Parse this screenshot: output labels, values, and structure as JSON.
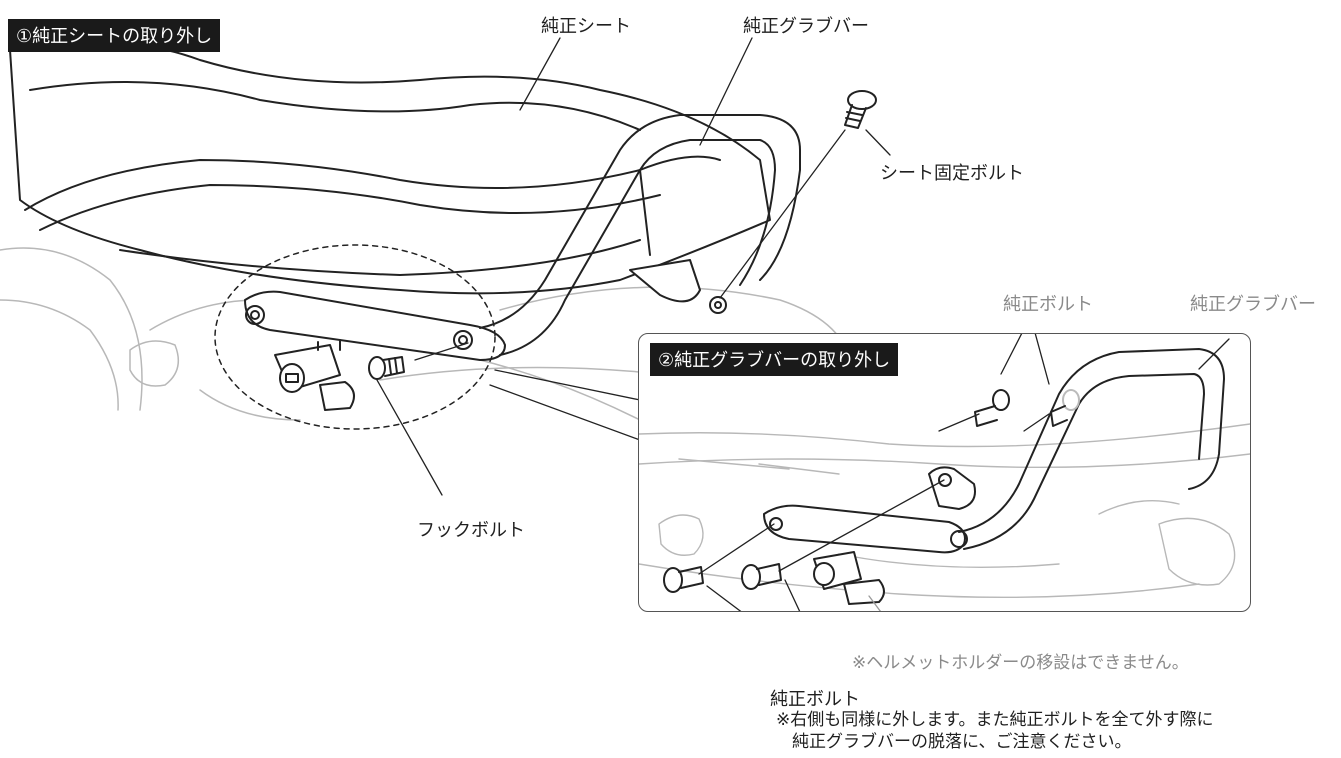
{
  "step1": {
    "title": "①純正シートの取り外し"
  },
  "step2": {
    "title": "②純正グラブバーの取り外し"
  },
  "labels": {
    "genuine_seat": "純正シート",
    "genuine_grab_bar": "純正グラブバー",
    "seat_fixing_bolt": "シート固定ボルト",
    "hook_bolt": "フックボルト",
    "genuine_bolt_inset": "純正ボルト",
    "genuine_grab_bar_inset": "純正グラブバー",
    "genuine_bolt_bottom": "純正ボルト"
  },
  "notes": {
    "helmet_holder": "※ヘルメットホルダーの移設はできません。",
    "right_side_line1": "※右側も同様に外します。また純正ボルトを全て外す際に",
    "right_side_line2": "純正グラブバーの脱落に、ご注意ください。"
  }
}
